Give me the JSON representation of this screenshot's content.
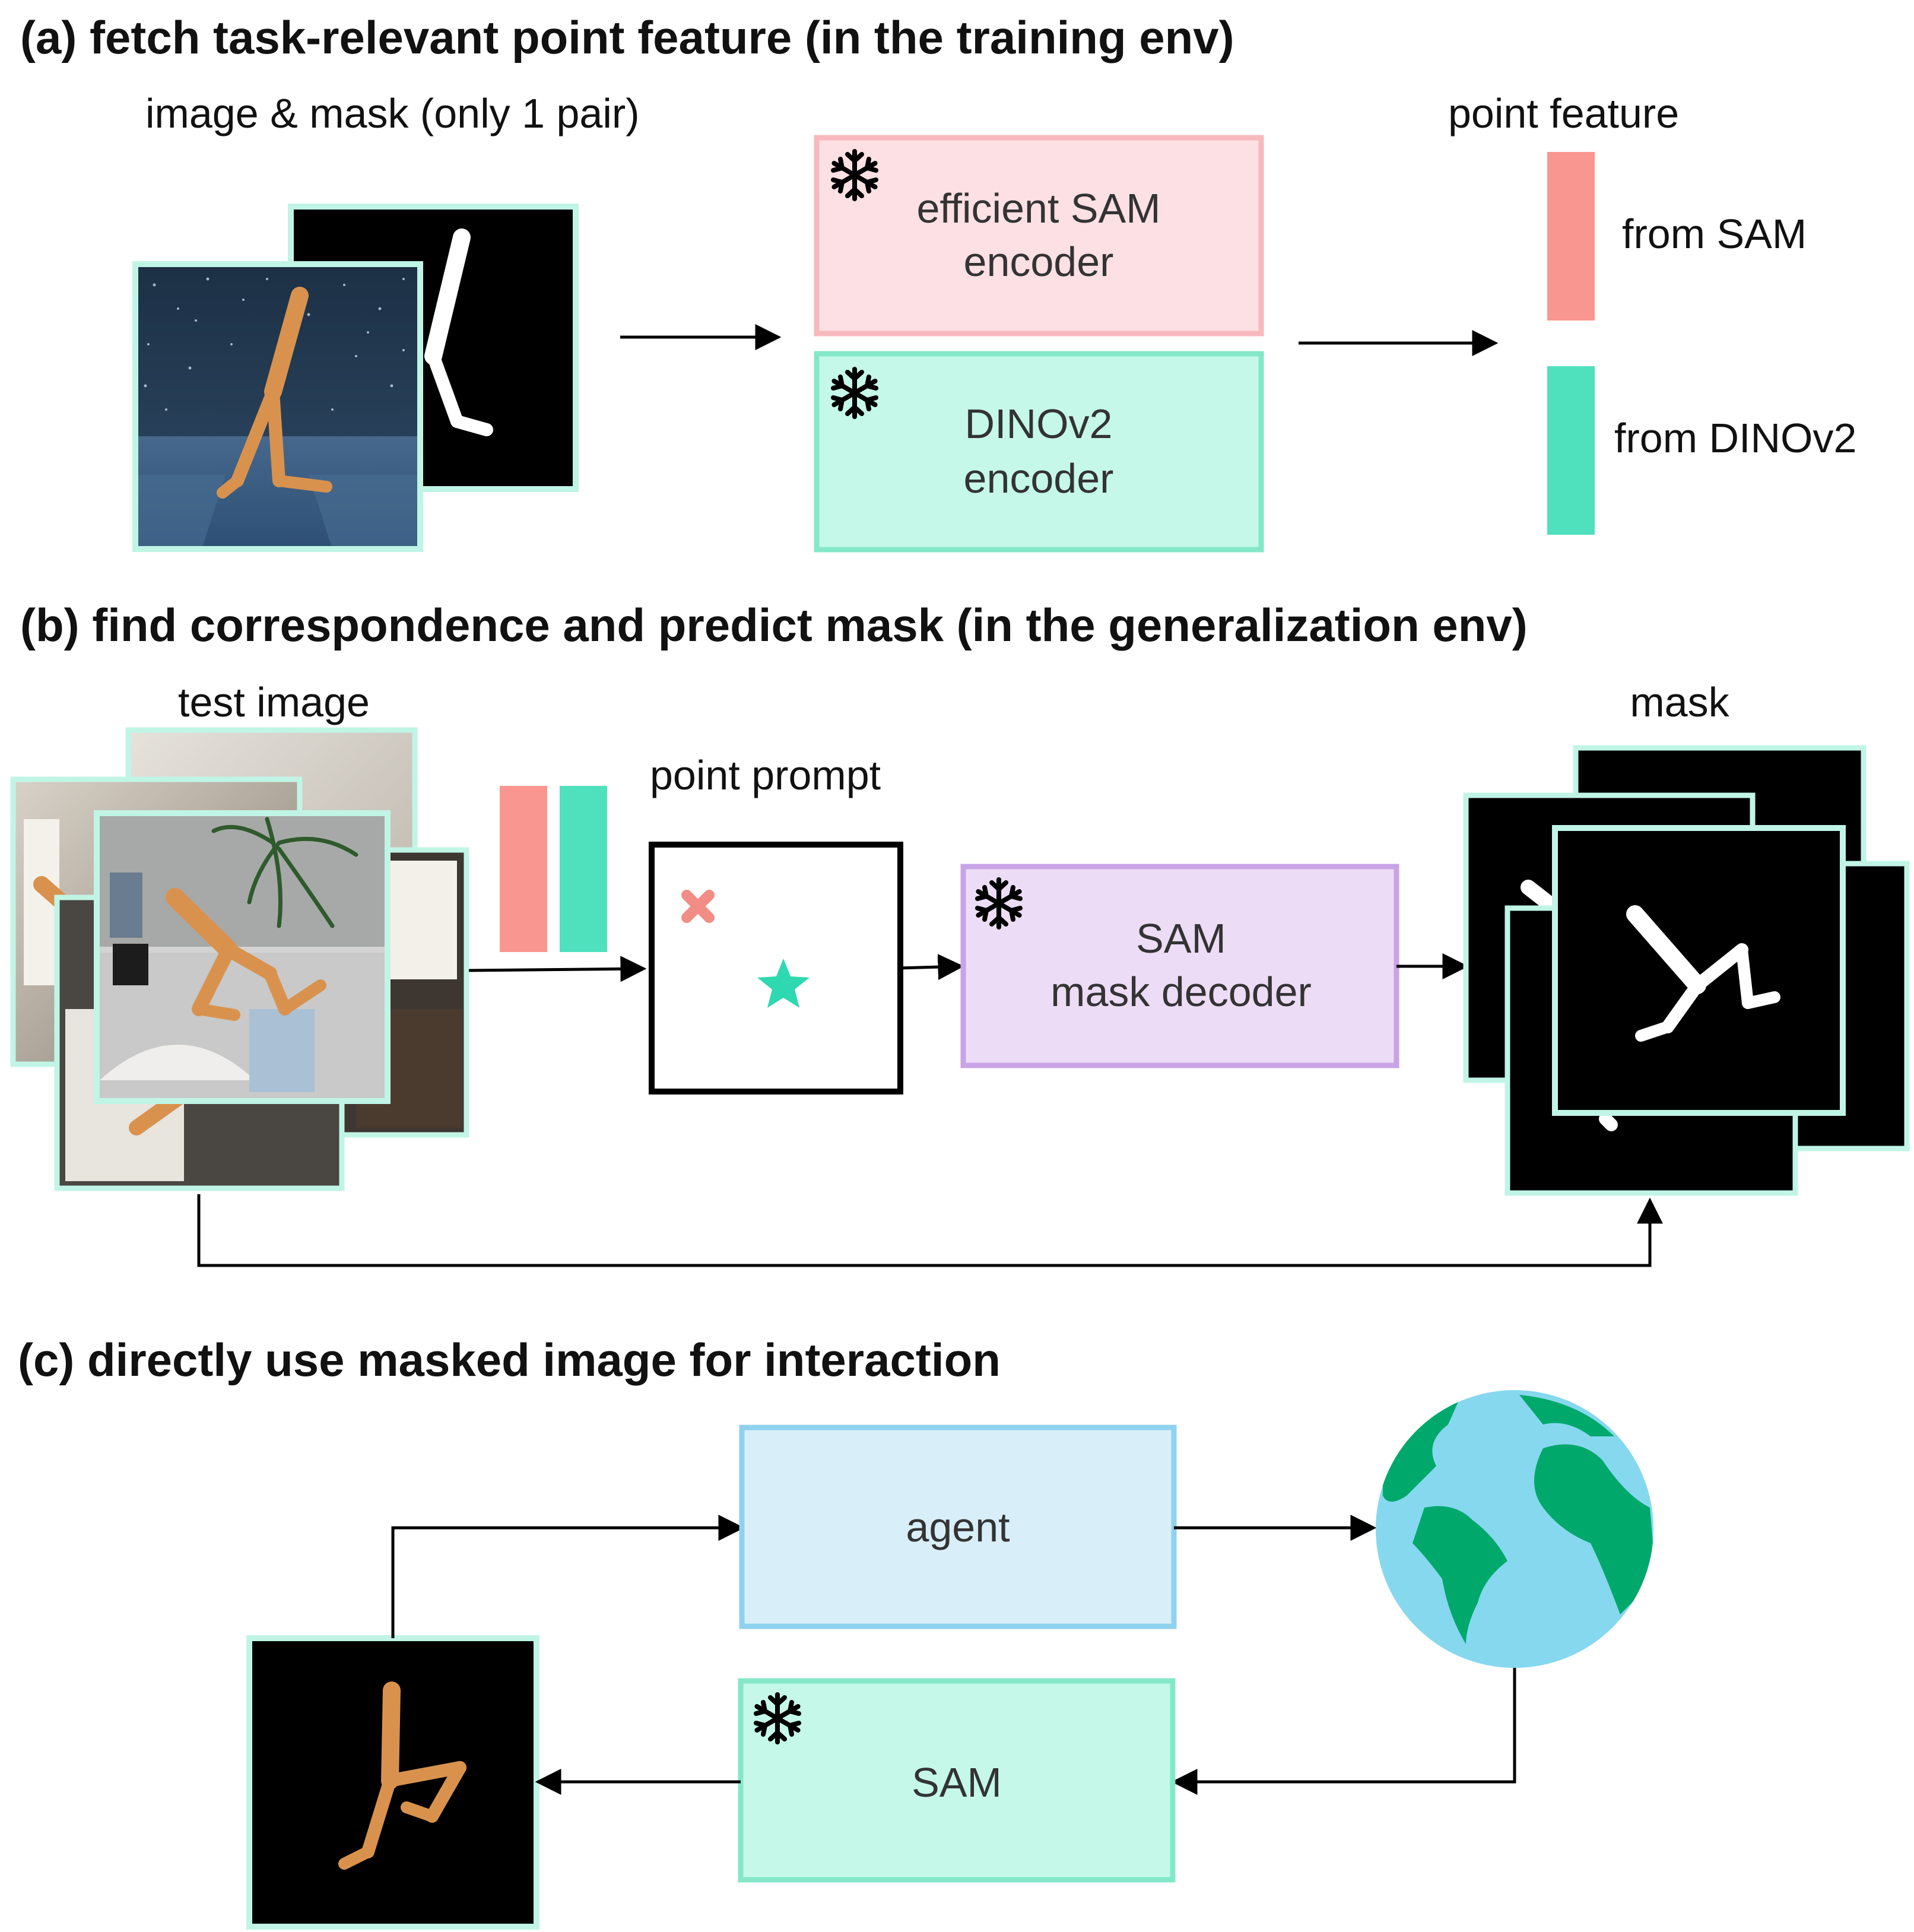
{
  "sections": {
    "a": {
      "title": "(a) fetch task-relevant point feature (in the training env)",
      "input_label": "image & mask (only 1 pair)",
      "encoders": [
        {
          "line1": "efficient SAM",
          "line2": "encoder",
          "frozen": true
        },
        {
          "line1": "DINOv2",
          "line2": "encoder",
          "frozen": true
        }
      ],
      "output_label": "point feature",
      "features": [
        "from SAM",
        "from DINOv2"
      ]
    },
    "b": {
      "title": "(b) find correspondence and predict mask (in the generalization env)",
      "input_label": "test image",
      "prompt_label": "point prompt",
      "decoder": {
        "line1": "SAM",
        "line2": "mask decoder",
        "frozen": true
      },
      "output_label": "mask"
    },
    "c": {
      "title": "(c) directly use masked image for interaction",
      "agent_label": "agent",
      "sam_label": "SAM",
      "environment_icon": "globe-icon"
    }
  },
  "colors": {
    "sam_fill": "#fde0e3",
    "sam_stroke": "#f8b9be",
    "sam_feature": "#f9968f",
    "dino_fill": "#c5f8e8",
    "dino_stroke": "#84e8c8",
    "dino_feature": "#4fe0be",
    "decoder_fill": "#ecdcf5",
    "decoder_stroke": "#c8a3e6",
    "agent_fill": "#d8eef8",
    "agent_stroke": "#8fd2ee",
    "frame": "#c0f5e6",
    "globe_ocean": "#86d8ef",
    "globe_land": "#00a96b"
  }
}
